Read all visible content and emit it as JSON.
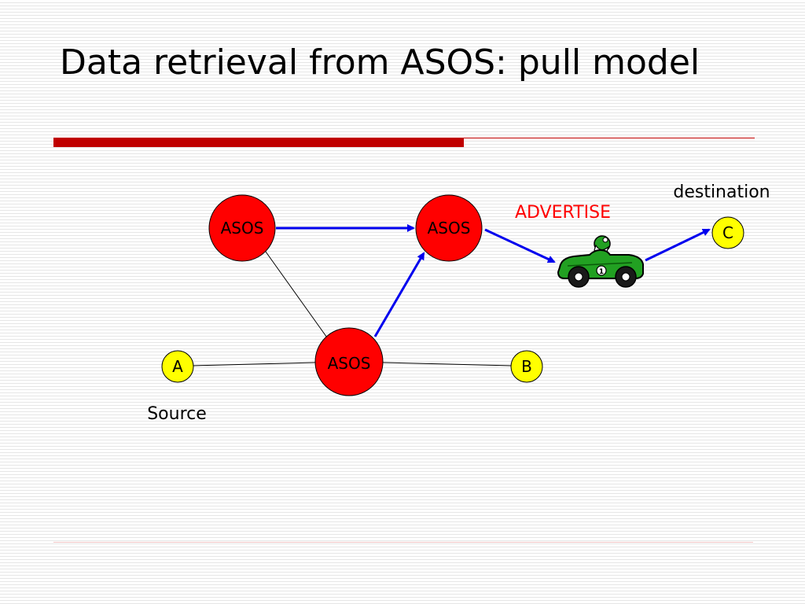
{
  "slide": {
    "title": "Data retrieval from ASOS: pull model"
  },
  "diagram": {
    "nodes": {
      "asos_left": {
        "label": "ASOS",
        "fill": "#ff0000"
      },
      "asos_mid": {
        "label": "ASOS",
        "fill": "#ff0000"
      },
      "asos_bottom": {
        "label": "ASOS",
        "fill": "#ff0000"
      },
      "node_a": {
        "label": "A",
        "fill": "#ffff00"
      },
      "node_b": {
        "label": "B",
        "fill": "#ffff00"
      },
      "node_c": {
        "label": "C",
        "fill": "#ffff00"
      }
    },
    "captions": {
      "source": "Source",
      "destination": "destination"
    },
    "advertise_label": "ADVERTISE",
    "car": {
      "icon": "race-car-icon",
      "number": "1",
      "body_color": "#22a022"
    },
    "colors": {
      "arrow": "#0000ee",
      "accent_rule": "#c00000",
      "advertise": "#ff0000"
    }
  }
}
